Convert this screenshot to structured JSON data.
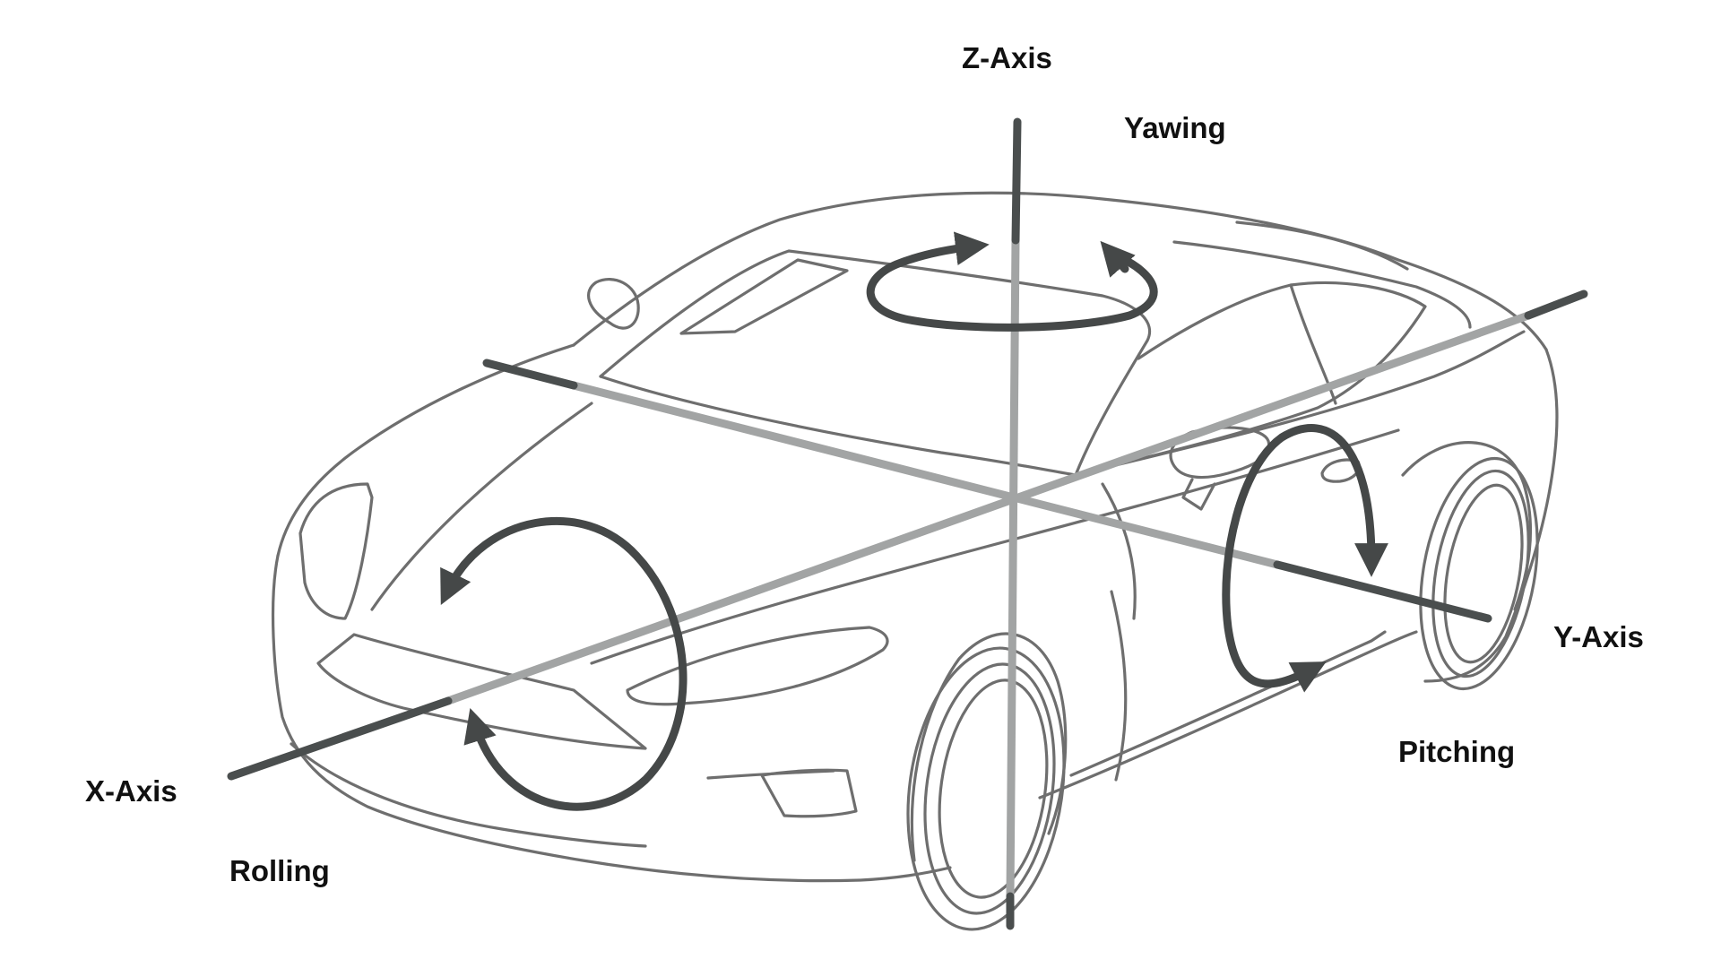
{
  "labels": {
    "z_axis": "Z-Axis",
    "yawing": "Yawing",
    "y_axis": "Y-Axis",
    "pitching": "Pitching",
    "x_axis": "X-Axis",
    "rolling": "Rolling"
  },
  "colors": {
    "car_outline": "#6e6e6e",
    "axis_dark": "#4a4e4e",
    "axis_light": "#a2a4a4",
    "arrow": "#454848",
    "text": "#111111"
  }
}
